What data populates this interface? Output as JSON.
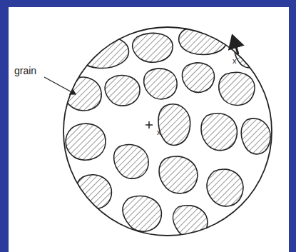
{
  "diagram": {
    "labels": [
      "grain",
      "x",
      "x'"
    ]
  }
}
